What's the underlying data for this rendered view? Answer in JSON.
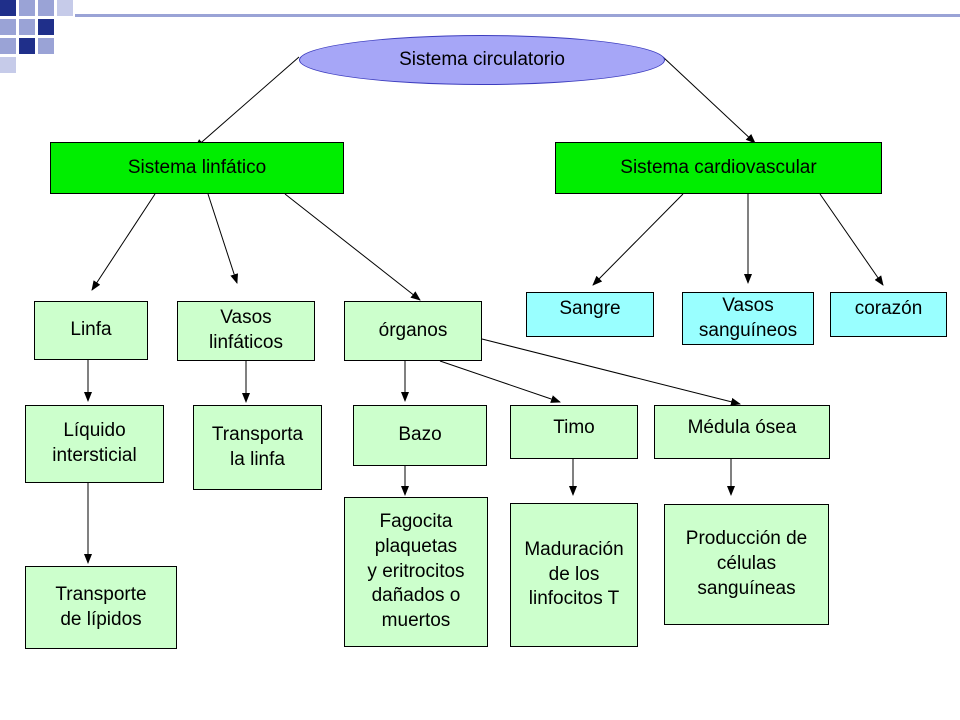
{
  "diagram": {
    "root": "Sistema circulatorio",
    "lymphatic": {
      "title": "Sistema linfático",
      "linfa": "Linfa",
      "vasos": "Vasos\nlinfáticos",
      "organos": "órganos",
      "liquido": "Líquido\nintersticial",
      "transporte_lipidos": "Transporte\nde lípidos",
      "transporta_linfa": "Transporta\nla linfa",
      "bazo": "Bazo",
      "timo": "Timo",
      "medula": "Médula ósea",
      "bazo_funcion": "Fagocita\nplaquetas\ny eritrocitos\ndañados o\nmuertos",
      "timo_funcion": "Maduración\nde los\nlinfocitos T",
      "medula_funcion": "Producción de\ncélulas\nsanguíneas"
    },
    "cardiovascular": {
      "title": "Sistema cardiovascular",
      "sangre": "Sangre",
      "vasos": "Vasos\nsanguíneos",
      "corazon": "corazón"
    }
  },
  "colors": {
    "green": "#00ee00",
    "light_green": "#ccffcc",
    "light_cyan": "#99ffff",
    "ellipse": "#a6a6f7",
    "decor_dark": "#1f2f8a",
    "decor_light": "#9aa3d6"
  }
}
